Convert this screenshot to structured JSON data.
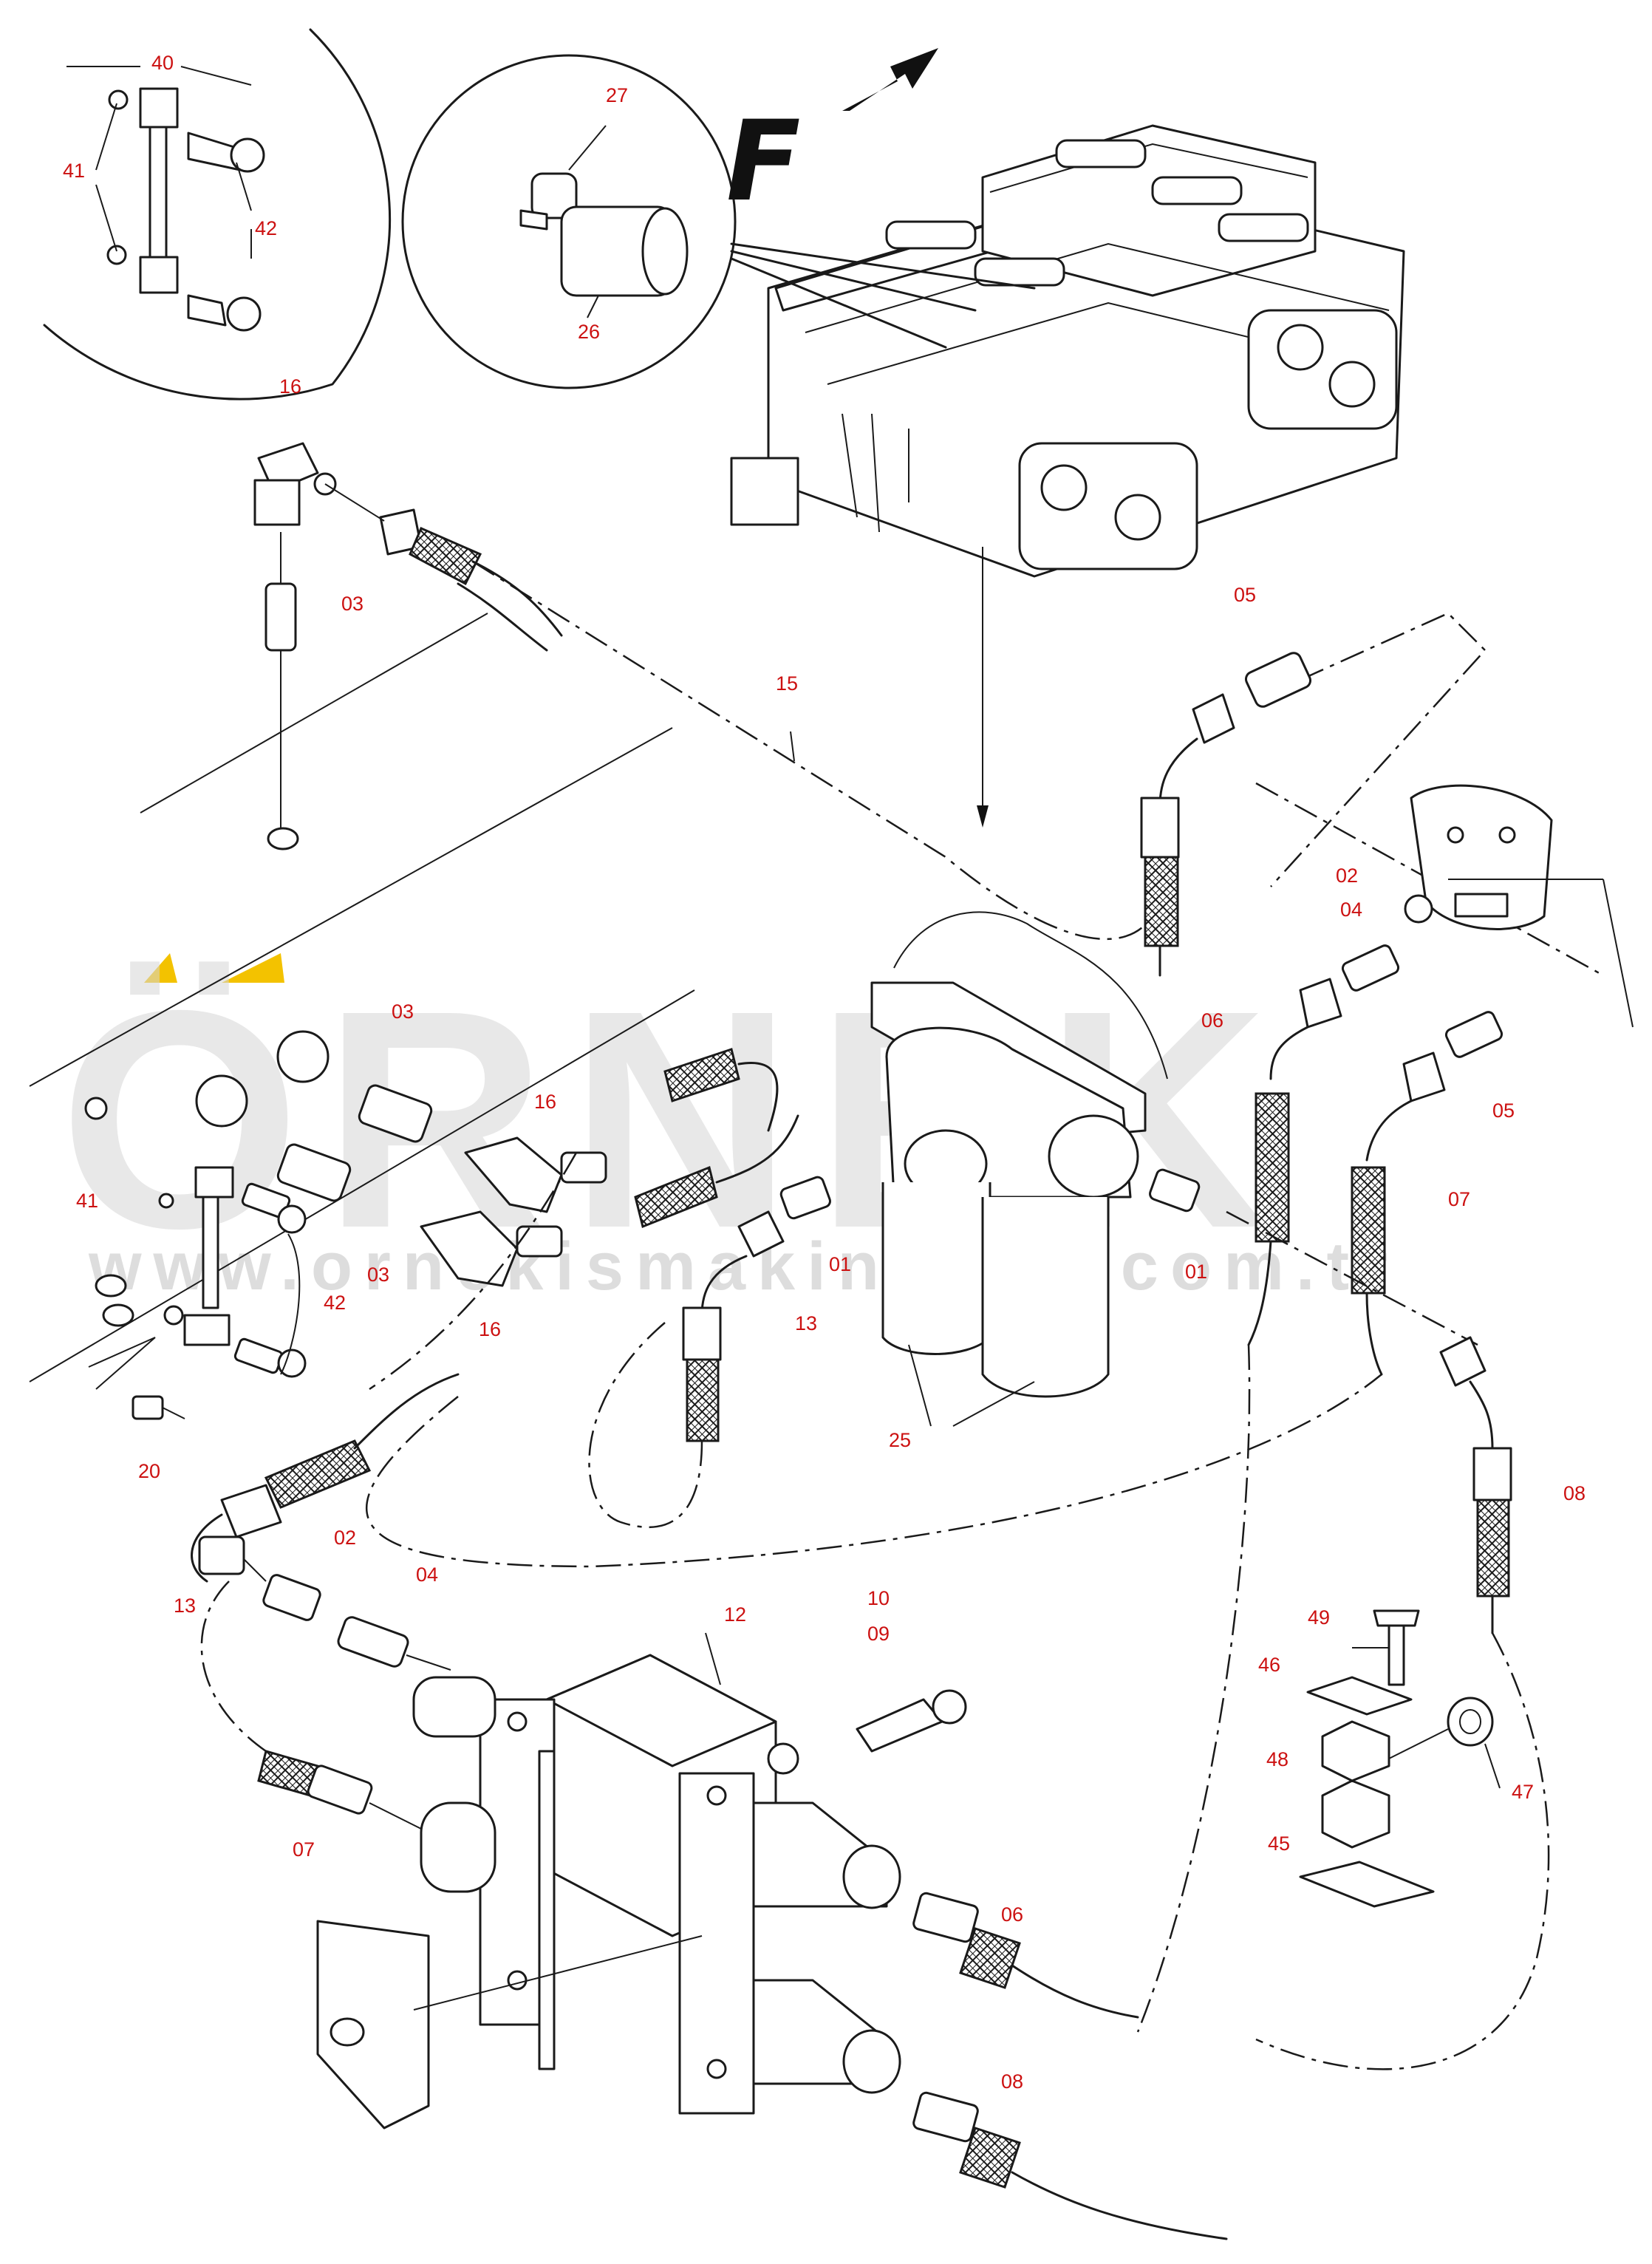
{
  "watermark": {
    "logo": "ÖRNEK",
    "url": "www.ornekismakinalari.com.tr",
    "accent_color": "#f3c200"
  },
  "view_letter": "F",
  "callouts": [
    {
      "id": "c40",
      "label": "40"
    },
    {
      "id": "c41-top",
      "label": "41"
    },
    {
      "id": "c42-top",
      "label": "42"
    },
    {
      "id": "c27",
      "label": "27"
    },
    {
      "id": "c26",
      "label": "26"
    },
    {
      "id": "c16-top",
      "label": "16"
    },
    {
      "id": "c03-top",
      "label": "03"
    },
    {
      "id": "c15",
      "label": "15"
    },
    {
      "id": "c05-top",
      "label": "05"
    },
    {
      "id": "c02-right",
      "label": "02"
    },
    {
      "id": "c04-right",
      "label": "04"
    },
    {
      "id": "c06-right",
      "label": "06"
    },
    {
      "id": "c05-right",
      "label": "05"
    },
    {
      "id": "c07-right",
      "label": "07"
    },
    {
      "id": "c03-mid",
      "label": "03"
    },
    {
      "id": "c16-mid",
      "label": "16"
    },
    {
      "id": "c03-low",
      "label": "03"
    },
    {
      "id": "c16-low",
      "label": "16"
    },
    {
      "id": "c41-mid",
      "label": "41"
    },
    {
      "id": "c42-mid",
      "label": "42"
    },
    {
      "id": "c01-left",
      "label": "01"
    },
    {
      "id": "c01-right",
      "label": "01"
    },
    {
      "id": "c13-mid",
      "label": "13"
    },
    {
      "id": "c25",
      "label": "25"
    },
    {
      "id": "c20",
      "label": "20"
    },
    {
      "id": "c08-right",
      "label": "08"
    },
    {
      "id": "c13-low",
      "label": "13"
    },
    {
      "id": "c02-low",
      "label": "02"
    },
    {
      "id": "c04-low",
      "label": "04"
    },
    {
      "id": "c12",
      "label": "12"
    },
    {
      "id": "c10",
      "label": "10"
    },
    {
      "id": "c09",
      "label": "09"
    },
    {
      "id": "c49",
      "label": "49"
    },
    {
      "id": "c46",
      "label": "46"
    },
    {
      "id": "c48",
      "label": "48"
    },
    {
      "id": "c47",
      "label": "47"
    },
    {
      "id": "c45",
      "label": "45"
    },
    {
      "id": "c07-low",
      "label": "07"
    },
    {
      "id": "c06-low",
      "label": "06"
    },
    {
      "id": "c08-low",
      "label": "08"
    }
  ]
}
